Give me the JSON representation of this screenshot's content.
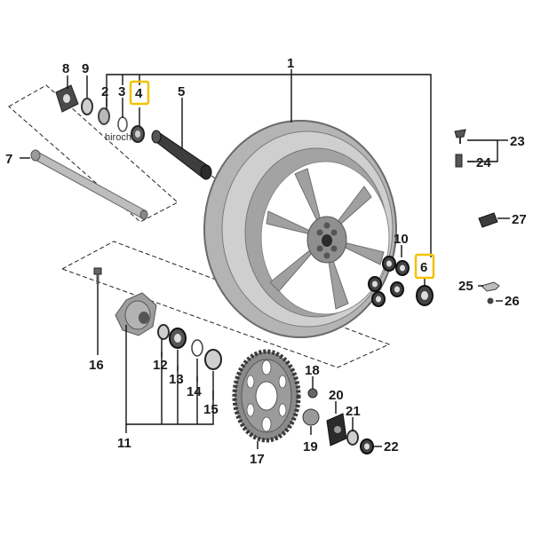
{
  "diagram": {
    "watermark": "hirochi",
    "highlight_color": "#f2c200",
    "part_color": "#a9a9a9",
    "callouts": [
      {
        "id": "1",
        "label": "1"
      },
      {
        "id": "2",
        "label": "2"
      },
      {
        "id": "3",
        "label": "3"
      },
      {
        "id": "4",
        "label": "4",
        "highlighted": true
      },
      {
        "id": "5",
        "label": "5"
      },
      {
        "id": "6",
        "label": "6",
        "highlighted": true
      },
      {
        "id": "7",
        "label": "7"
      },
      {
        "id": "8",
        "label": "8"
      },
      {
        "id": "9",
        "label": "9"
      },
      {
        "id": "10",
        "label": "10"
      },
      {
        "id": "11",
        "label": "11"
      },
      {
        "id": "12",
        "label": "12"
      },
      {
        "id": "13",
        "label": "13"
      },
      {
        "id": "14",
        "label": "14"
      },
      {
        "id": "15",
        "label": "15"
      },
      {
        "id": "16",
        "label": "16"
      },
      {
        "id": "17",
        "label": "17"
      },
      {
        "id": "18",
        "label": "18"
      },
      {
        "id": "19",
        "label": "19"
      },
      {
        "id": "20",
        "label": "20"
      },
      {
        "id": "21",
        "label": "21"
      },
      {
        "id": "22",
        "label": "22"
      },
      {
        "id": "23",
        "label": "23"
      },
      {
        "id": "24",
        "label": "24"
      },
      {
        "id": "25",
        "label": "25"
      },
      {
        "id": "26",
        "label": "26"
      },
      {
        "id": "27",
        "label": "27"
      }
    ]
  }
}
